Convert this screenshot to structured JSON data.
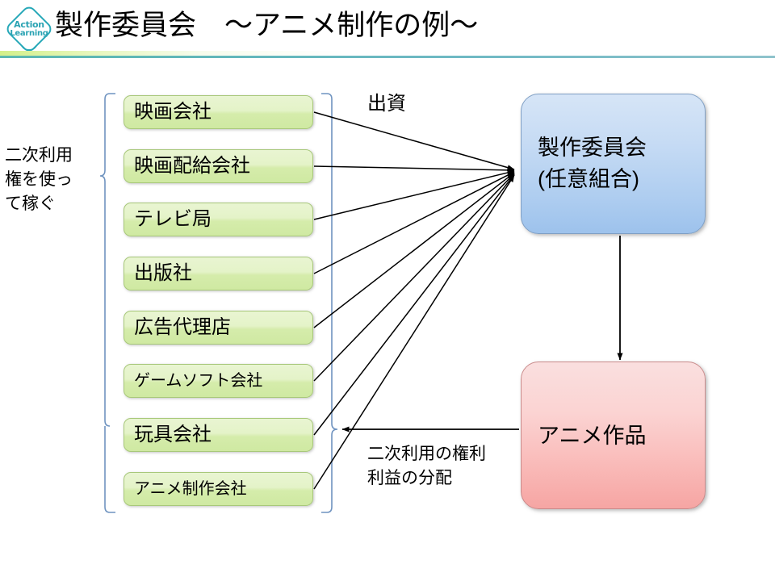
{
  "header": {
    "title": "製作委員会　〜アニメ制作の例〜",
    "logo": {
      "line1": "Action",
      "line2": "Learning",
      "name": "action-learning-logo"
    },
    "accent_green": "#d3f08a",
    "accent_teal": "#5bb8b0"
  },
  "diagram": {
    "type": "flow",
    "partners": [
      {
        "label": "映画会社",
        "size": "large"
      },
      {
        "label": "映画配給会社",
        "size": "large"
      },
      {
        "label": "テレビ局",
        "size": "large"
      },
      {
        "label": "出版社",
        "size": "large"
      },
      {
        "label": "広告代理店",
        "size": "large"
      },
      {
        "label": "ゲームソフト会社",
        "size": "small"
      },
      {
        "label": "玩具会社",
        "size": "large"
      },
      {
        "label": "アニメ制作会社",
        "size": "small"
      }
    ],
    "committee": {
      "label": "製作委員会\n(任意組合)",
      "color": "#aecdf0"
    },
    "work": {
      "label": "アニメ作品",
      "color": "#f9b7b5"
    },
    "annotations": {
      "left_note": "二次利用\n権を使っ\nて稼ぐ",
      "invest_note": "出資",
      "profit_note": "二次利用の権利\n利益の分配"
    },
    "box_color_green": "#d5ecab",
    "bracket_color": "#6f93c0"
  }
}
